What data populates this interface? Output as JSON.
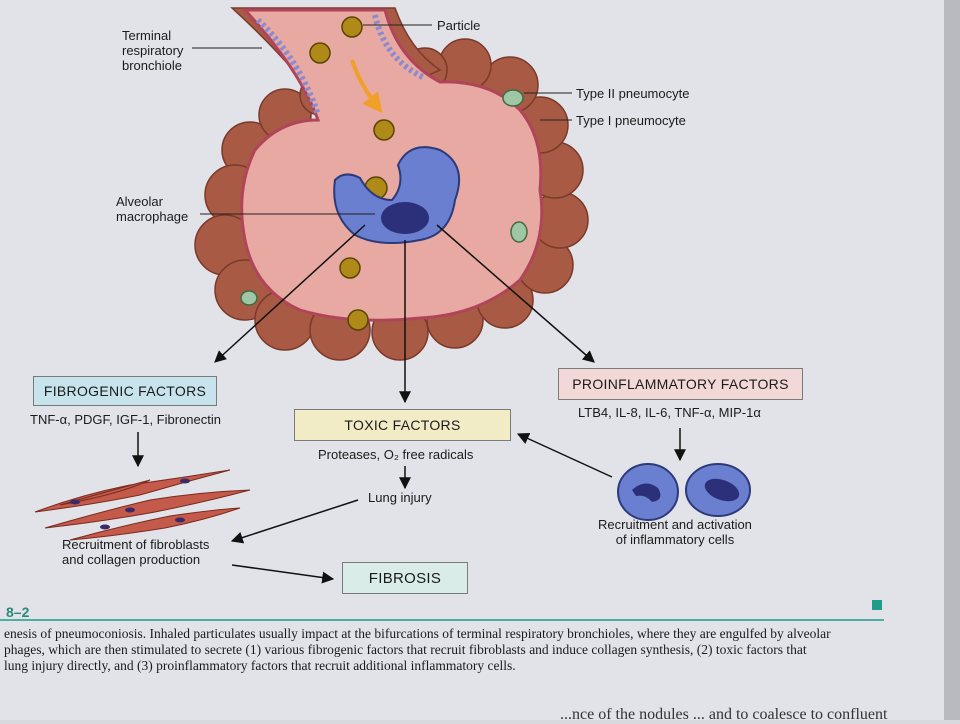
{
  "labels": {
    "terminal_bronchiole": [
      "Terminal",
      "respiratory",
      "bronchiole"
    ],
    "particle": "Particle",
    "type2": "Type II pneumocyte",
    "type1": "Type I pneumocyte",
    "macrophage": [
      "Alveolar",
      "macrophage"
    ]
  },
  "boxes": {
    "fibrogenic": "FIBROGENIC FACTORS",
    "toxic": "TOXIC FACTORS",
    "proinflammatory": "PROINFLAMMATORY FACTORS",
    "fibrosis": "FIBROSIS"
  },
  "factors": {
    "fibrogenic": "TNF-α, PDGF, IGF-1, Fibronectin",
    "toxic": "Proteases, O₂ free radicals",
    "proinflammatory": "LTB4, IL-8, IL-6, TNF-α, MIP-1α"
  },
  "outcomes": {
    "lung_injury": "Lung injury",
    "recruitment_fibroblasts": [
      "Recruitment of fibroblasts",
      "and collagen production"
    ],
    "recruitment_inflammatory": [
      "Recruitment and activation",
      "of inflammatory cells"
    ]
  },
  "figure_number": "8–2",
  "caption": [
    "enesis of pneumoconiosis. Inhaled particulates usually impact at the bifurcations of terminal respiratory bronchioles, where they are engulfed by alveolar",
    "phages, which are then stimulated to secrete (1) various fibrogenic factors that recruit fibroblasts and induce collagen synthesis, (2) toxic factors that",
    "lung injury directly, and (3) proinflammatory factors that recruit additional inflammatory cells."
  ],
  "bottom_text": "...nce of the nodules ... and to coalesce to confluent",
  "colors": {
    "alveolus": "#e7a9a1",
    "outer_tissue": "#a85a45",
    "macrophage": "#6a7fd0",
    "nucleus": "#2c2f7a",
    "particle": "#b08a18",
    "accent_arrow": "#f0a028",
    "rule": "#1e9e86"
  }
}
